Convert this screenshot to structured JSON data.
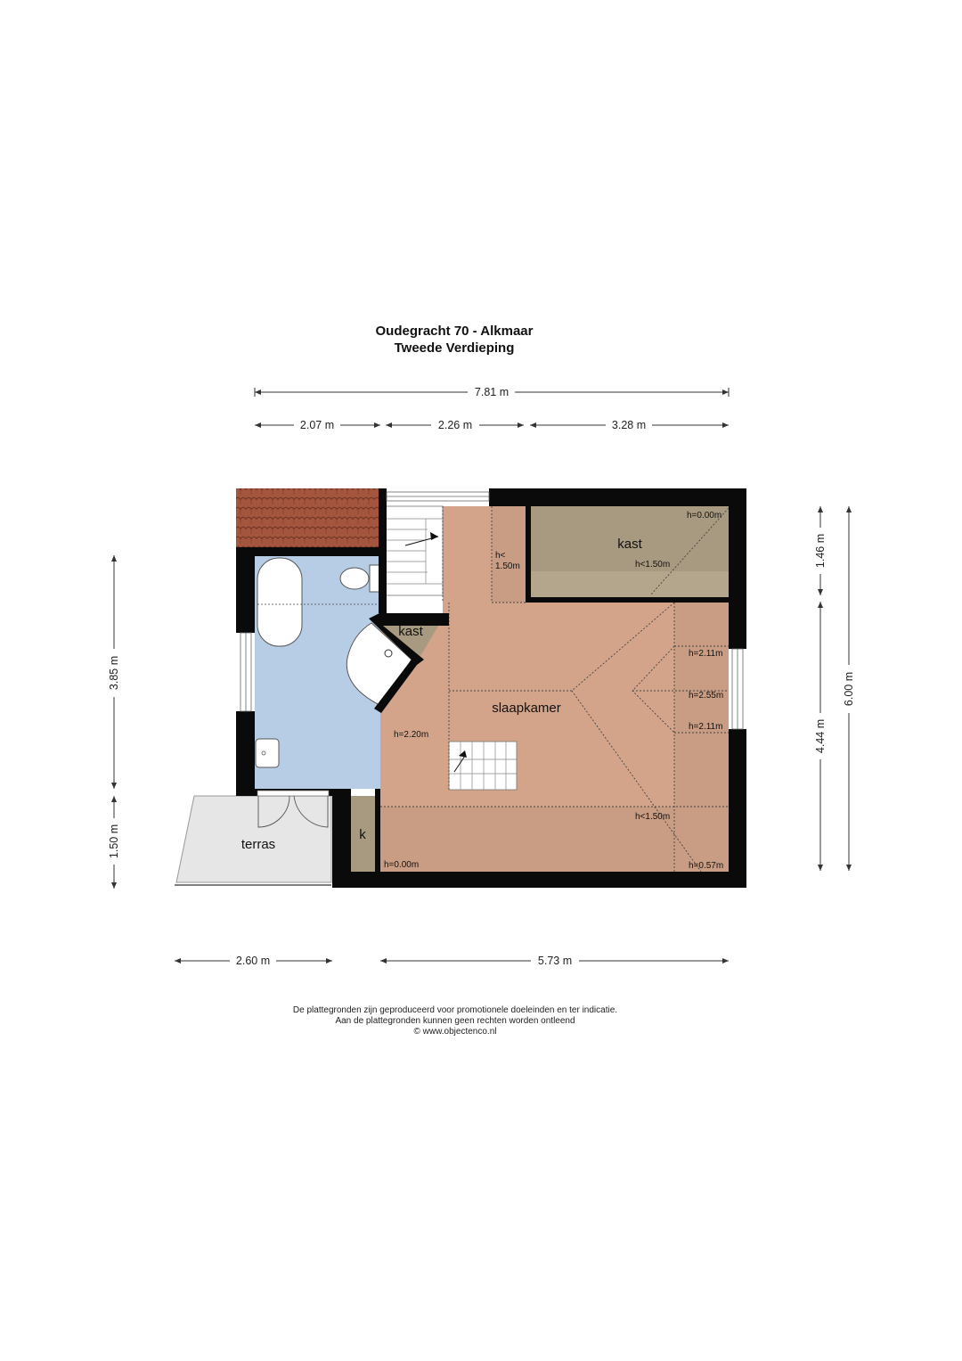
{
  "header": {
    "title_line1": "Oudegracht 70 - Alkmaar",
    "title_line2": "Tweede Verdieping"
  },
  "dimensions": {
    "top_total": "7.81 m",
    "top_seg1": "2.07 m",
    "top_seg2": "2.26 m",
    "top_seg3": "3.28 m",
    "bottom_left": "2.60 m",
    "bottom_right": "5.73 m",
    "left_upper": "3.85 m",
    "left_lower": "1.50 m",
    "right_upper": "1.46 m",
    "right_lower": "4.44 m",
    "right_total": "6.00 m"
  },
  "rooms": {
    "kast_top": "kast",
    "kast_small": "kast",
    "slaapkamer": "slaapkamer",
    "terras": "terras",
    "k": "k"
  },
  "heights": {
    "h_lt_top_label": "h<",
    "h_lt_top_value": "1.50m",
    "kast_h_000": "h=0.00m",
    "kast_h_lt_150": "h<1.50m",
    "right_h_211_a": "h=2.11m",
    "right_h_255": "h=2.55m",
    "right_h_211_b": "h=2.11m",
    "left_h_220": "h=2.20m",
    "bottom_h_lt_150": "h<1.50m",
    "bottom_h_000": "h=0.00m",
    "bottom_h_057": "h=0.57m"
  },
  "footer": {
    "line1": "De plattegronden zijn geproduceerd voor promotionele doeleinden en ter indicatie.",
    "line2": "Aan de plattegronden kunnen geen rechten worden ontleend",
    "line3": "© www.objectenco.nl"
  },
  "colors": {
    "wall": "#0a0a0a",
    "bedroom": "#d4a48a",
    "bedroom_low": "#c99c84",
    "bathroom": "#b7cde6",
    "kast": "#a89a80",
    "terrace": "#e6e6e6",
    "roof_tiles": "#a4553e"
  }
}
